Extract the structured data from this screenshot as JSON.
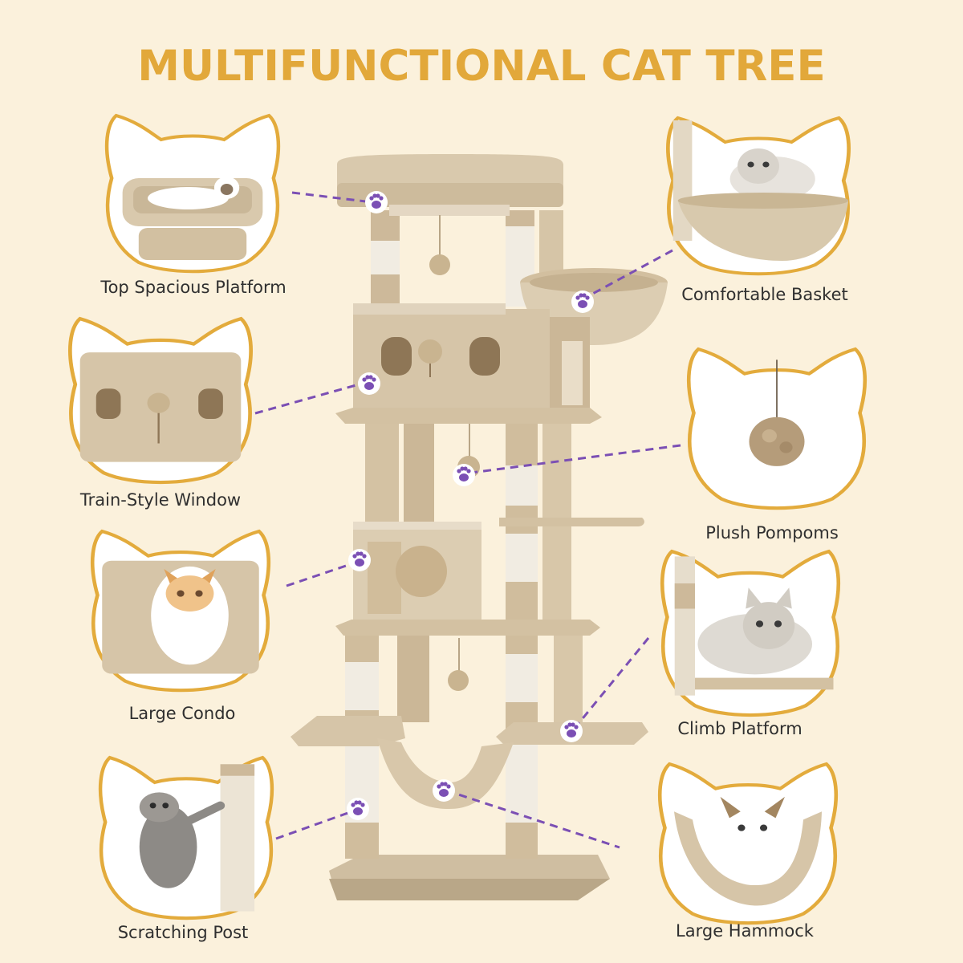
{
  "title": "MULTIFUNCTIONAL CAT TREE",
  "colors": {
    "background": "#fbf1dc",
    "title": "#e2a83a",
    "frame": "#e3ab3c",
    "beige": "#d9c9ad",
    "sisal": "#f1ece2",
    "paw": "#7b4fb4",
    "dash": "#7b4fb4"
  },
  "features": [
    {
      "label": "Top Spacious Platform",
      "icon": "bed-icon"
    },
    {
      "label": "Train-Style Window",
      "icon": "window-icon"
    },
    {
      "label": "Large Condo",
      "icon": "cat-icon"
    },
    {
      "label": "Scratching Post",
      "icon": "cat-icon"
    },
    {
      "label": "Comfortable Basket",
      "icon": "cat-icon"
    },
    {
      "label": "Plush Pompoms",
      "icon": "pompom-icon"
    },
    {
      "label": "Climb Platform",
      "icon": "cat-icon"
    },
    {
      "label": "Large Hammock",
      "icon": "cat-icon"
    }
  ]
}
